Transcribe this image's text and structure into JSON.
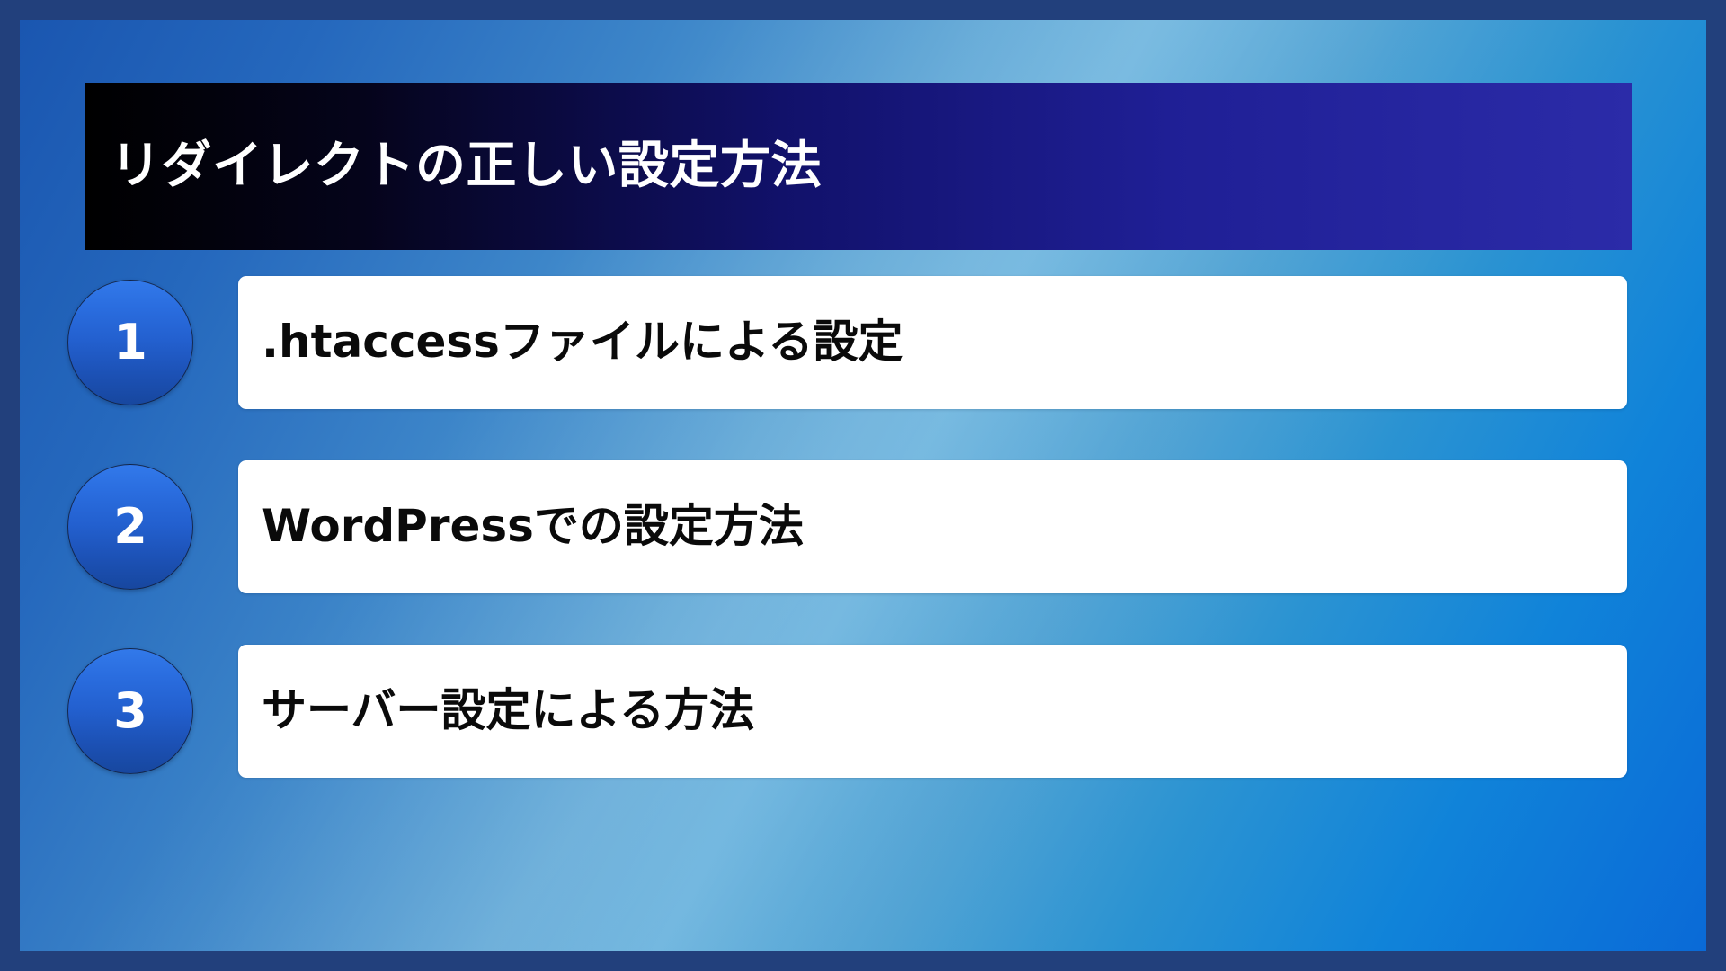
{
  "slide": {
    "title": "リダイレクトの正しい設定方法",
    "colors": {
      "outer_frame": "#22407c",
      "background_start": "#1a56b0",
      "background_mid": "#6cb4de",
      "background_end": "#0a6ad7",
      "title_bar_start": "#000000",
      "title_bar_end": "#2b2ba8",
      "title_text": "#ffffff",
      "circle_top": "#3279ea",
      "circle_bottom": "#17479f",
      "circle_number": "#ffffff",
      "card_background": "#ffffff",
      "card_text": "#0a0a0a"
    }
  },
  "items": [
    {
      "number": "1",
      "label": ".htaccessファイルによる設定"
    },
    {
      "number": "2",
      "label": "WordPressでの設定方法"
    },
    {
      "number": "3",
      "label": "サーバー設定による方法"
    }
  ]
}
